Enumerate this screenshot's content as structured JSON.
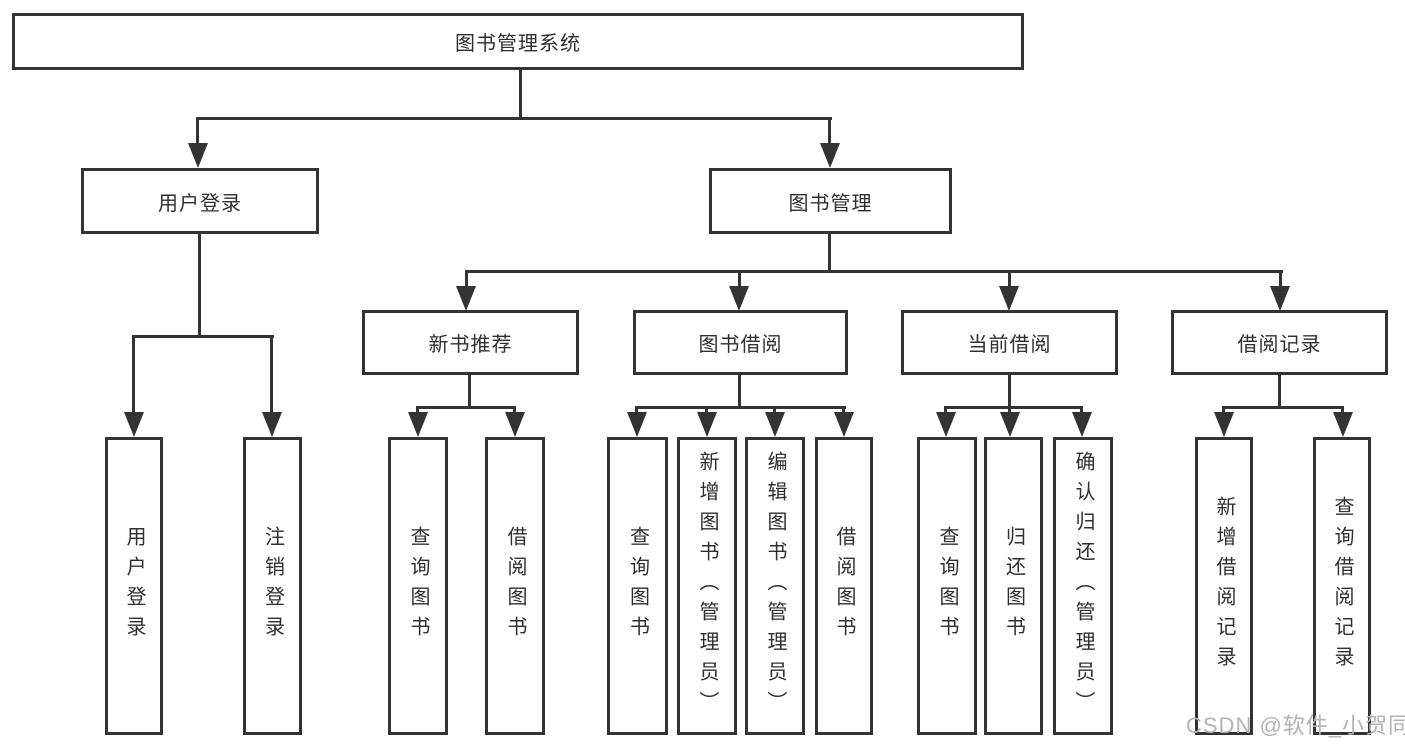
{
  "diagram": {
    "root": {
      "label": "图书管理系统"
    },
    "level2": {
      "user_login": {
        "label": "用户登录"
      },
      "book_management": {
        "label": "图书管理"
      }
    },
    "level3": {
      "new_book_recommend": {
        "label": "新书推荐"
      },
      "book_borrow": {
        "label": "图书借阅"
      },
      "current_borrow": {
        "label": "当前借阅"
      },
      "borrow_records": {
        "label": "借阅记录"
      }
    },
    "leaves": {
      "user_login_leaf": {
        "label": "用户登录"
      },
      "logout": {
        "label": "注销登录"
      },
      "query_book_recommend": {
        "label": "查询图书"
      },
      "borrow_book_recommend": {
        "label": "借阅图书"
      },
      "query_book_borrow": {
        "label": "查询图书"
      },
      "add_book_admin": {
        "label": "新增图书（管理员）"
      },
      "edit_book_admin": {
        "label": "编辑图书（管理员）"
      },
      "borrow_book_borrow": {
        "label": "借阅图书"
      },
      "query_book_current": {
        "label": "查询图书"
      },
      "return_book": {
        "label": "归还图书"
      },
      "confirm_return_admin": {
        "label": "确认归还（管理员）"
      },
      "add_borrow_record": {
        "label": "新增借阅记录"
      },
      "query_borrow_record": {
        "label": "查询借阅记录"
      }
    },
    "colors": {
      "line": "#333333",
      "box_border": "#333333",
      "box_fill": "#ffffff",
      "background": "#ffffff"
    }
  },
  "watermark": {
    "text": "CSDN @软件_小贺同学",
    "color": "#b3b3b3"
  }
}
